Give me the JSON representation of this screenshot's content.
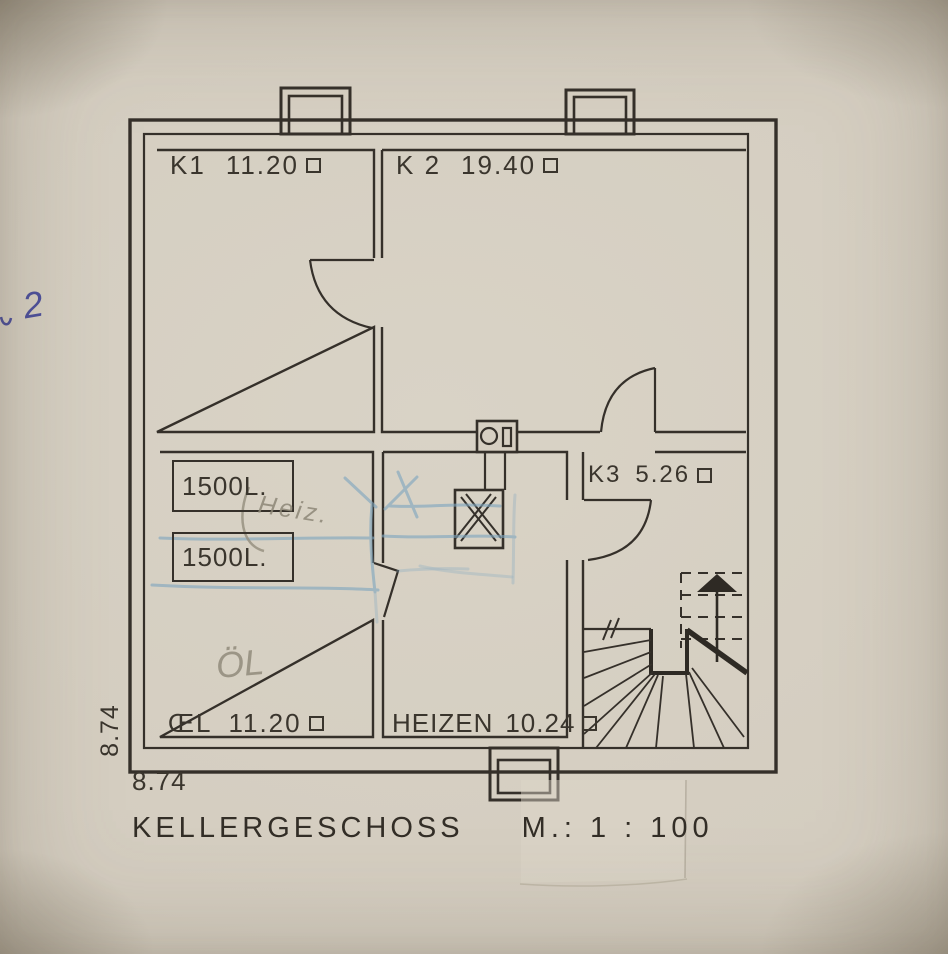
{
  "title": {
    "name": "KELLERGESCHOSS",
    "scale": "M.: 1 : 100"
  },
  "rooms": [
    {
      "id": "k1",
      "label": "K1",
      "area": "11.20"
    },
    {
      "id": "k2",
      "label": "K 2",
      "area": "19.40"
    },
    {
      "id": "k3",
      "label": "K3",
      "area": "5.26"
    },
    {
      "id": "oel",
      "label": "ŒL",
      "area": "11.20"
    },
    {
      "id": "heizen",
      "label": "HEIZEN",
      "area": "10.24"
    }
  ],
  "tanks": {
    "tank1": "1500L.",
    "tank2": "1500L."
  },
  "dimensions": {
    "height_left": "8.74",
    "width_bottom": "8.74"
  },
  "annotations": {
    "ink_note": "2",
    "pencil_heiz": "Heiz.",
    "pencil_oel": "ÖL"
  },
  "colors": {
    "paper": "#d4cdc0",
    "drawing_lines": "#35302a",
    "blue_ink": "#4c4f9c",
    "blue_pencil": "#7fa6bf",
    "pencil_gray": "#8d8777"
  }
}
